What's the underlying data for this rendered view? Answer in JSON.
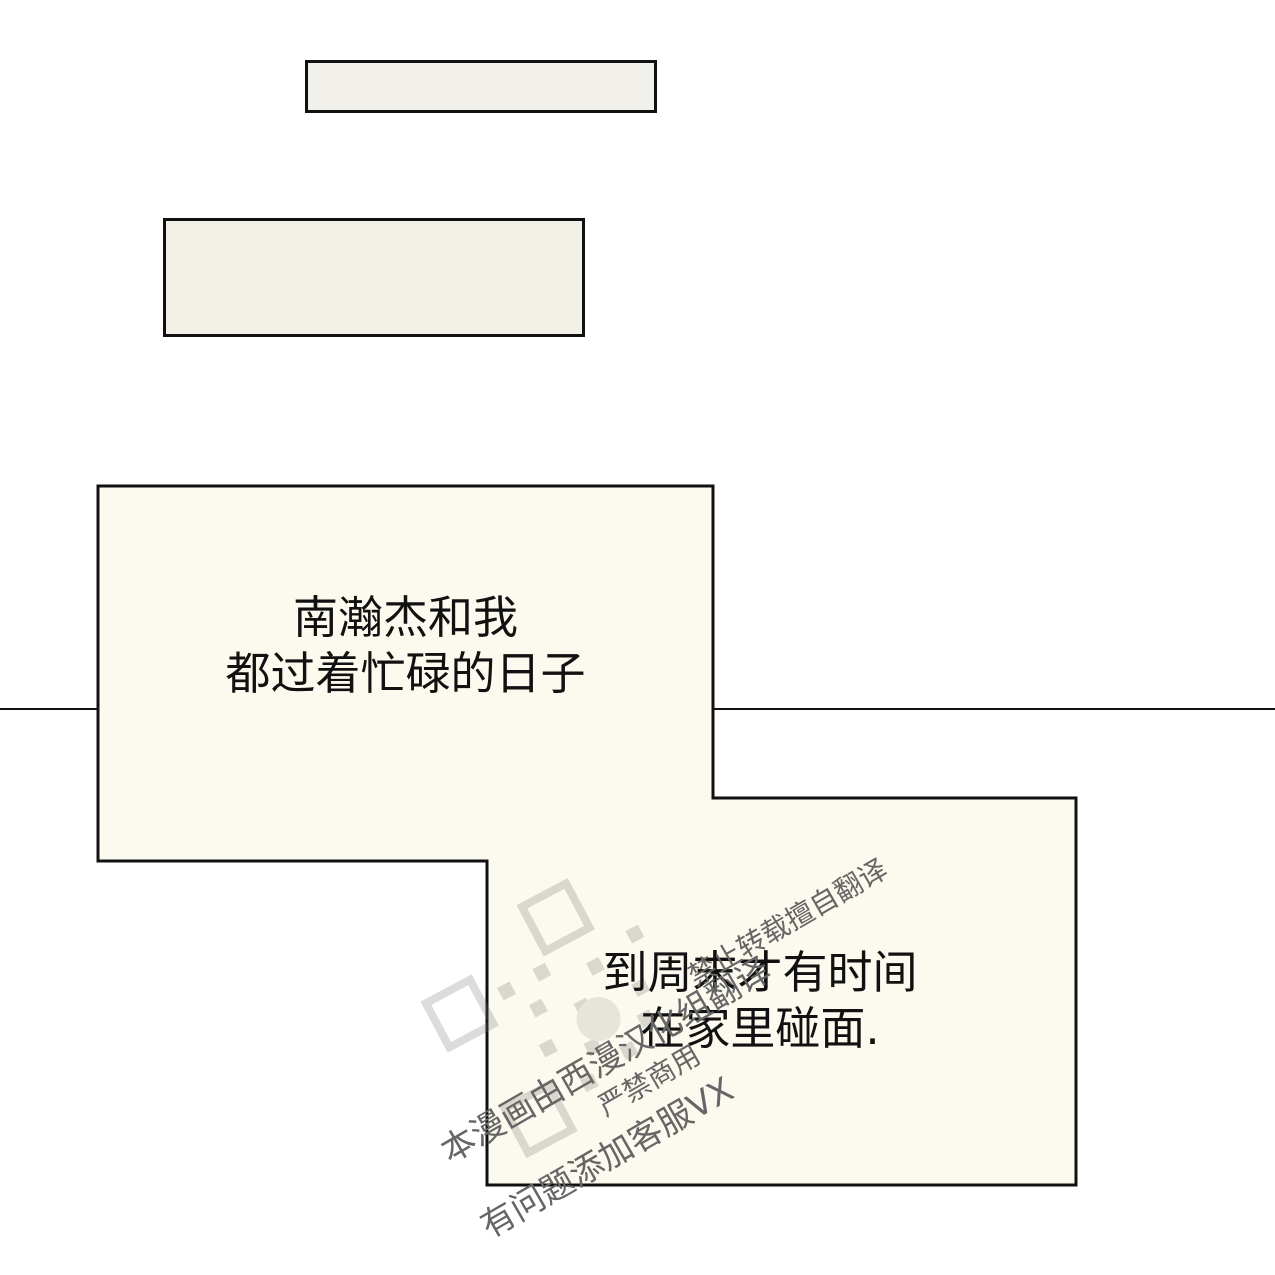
{
  "captions": {
    "first": "南瀚杰和我\n都过着忙碌的日子",
    "second": "到周末才有时间\n在家里碰面."
  },
  "watermark": {
    "line1": "本漫画由西漫汉化组翻译",
    "line2": "有问题添加客服VX",
    "line3": "严禁商用",
    "line4": "禁止转载擅自翻译"
  },
  "colors": {
    "panel_fill": "#fcf9ee",
    "border": "#111111",
    "background": "#ffffff"
  }
}
